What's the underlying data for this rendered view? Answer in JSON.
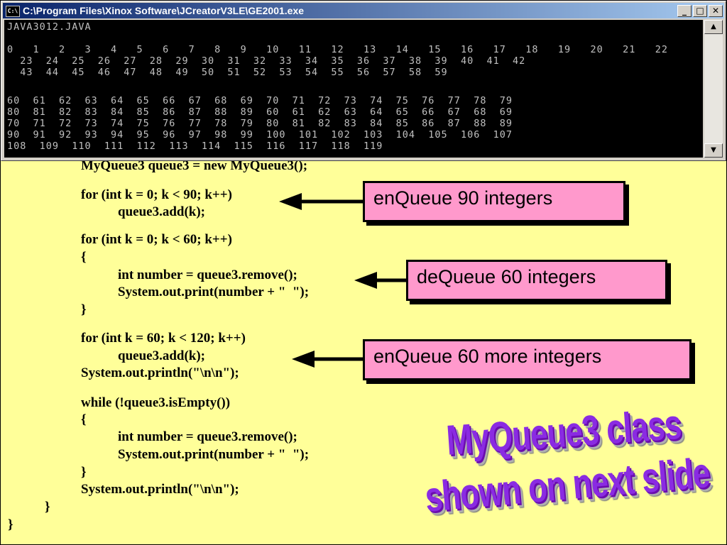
{
  "window": {
    "title": "C:\\Program Files\\Xinox Software\\JCreatorV3LE\\GE2001.exe",
    "icon": "cmd-icon",
    "sys_icon_text": "C:\\",
    "minimize_label": "_",
    "maximize_label": "□",
    "close_label": "✕"
  },
  "console": {
    "lines": [
      "JAVA3012.JAVA",
      "",
      "0   1   2   3   4   5   6   7   8   9   10   11   12   13   14   15   16   17   18   19   20   21   22",
      "  23  24  25  26  27  28  29  30  31  32  33  34  35  36  37  38  39  40  41  42",
      "  43  44  45  46  47  48  49  50  51  52  53  54  55  56  57  58  59",
      "",
      "",
      "60  61  62  63  64  65  66  67  68  69  70  71  72  73  74  75  76  77  78  79",
      "80  81  82  83  84  85  86  87  88  89  60  61  62  63  64  65  66  67  68  69",
      "70  71  72  73  74  75  76  77  78  79  80  81  82  83  84  85  86  87  88  89",
      "90  91  92  93  94  95  96  97  98  99  100  101  102  103  104  105  106  107",
      "108  109  110  111  112  113  114  115  116  117  118  119"
    ]
  },
  "code": {
    "lines": [
      "MyQueue3 queue3 = new MyQueue3();",
      "for (int k = 0; k < 90; k++)",
      "queue3.add(k);",
      "for (int k = 0; k < 60; k++)",
      "{",
      "int number = queue3.remove();",
      "System.out.print(number + \"  \");",
      "}",
      "for (int k = 60; k < 120; k++)",
      "queue3.add(k);",
      "System.out.println(\"\\n\\n\");",
      "while (!queue3.isEmpty())",
      "{",
      "int number = queue3.remove();",
      "System.out.print(number + \"  \");",
      "}",
      "System.out.println(\"\\n\\n\");",
      "}",
      "}"
    ]
  },
  "callouts": {
    "enqueue90": "enQueue 90 integers",
    "dequeue60": "deQueue 60 integers",
    "enqueue60": "enQueue 60 more integers"
  },
  "wordart": {
    "line1": "MyQueue3 class",
    "line2": "shown on next slide"
  },
  "colors": {
    "slide_bg": "#ffff99",
    "callout_bg": "#ff99cc",
    "wordart": "#8a2be2"
  }
}
